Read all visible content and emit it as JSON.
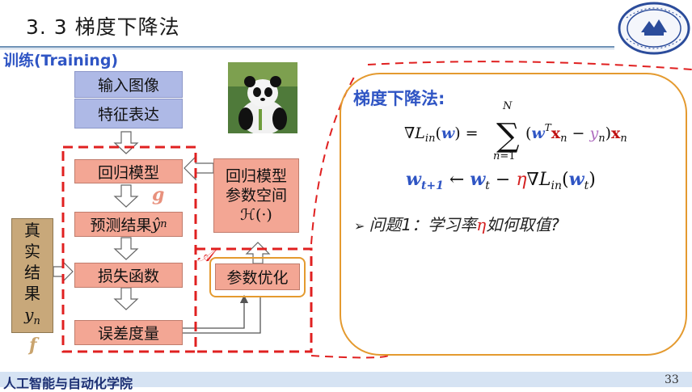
{
  "header": {
    "title": "3. 3  梯度下降法",
    "subtitle": "训练(Training)"
  },
  "flow": {
    "input_image": "输入图像",
    "features": "特征表达",
    "regression_model": "回归模型",
    "g_label": "g",
    "prediction": "预测结果",
    "prediction_symbol": "ŷ",
    "prediction_sub": "n",
    "loss": "损失函数",
    "error": "误差度量",
    "true_result_chars": [
      "真",
      "实",
      "结",
      "果"
    ],
    "true_symbol": "y",
    "true_sub": "n",
    "f_label": "f",
    "param_space_line1": "回归模型",
    "param_space_line2": "参数空间",
    "param_space_symbol": "ℋ(·)",
    "param_opt": "参数优化",
    "a_label": "𝒜"
  },
  "note": {
    "heading": "梯度下降法:",
    "question": "问题1：学习率",
    "question_eta": "η",
    "question_tail": "如何取值?"
  },
  "footer": {
    "institute": "人工智能与自动化学院",
    "page": "33"
  },
  "colors": {
    "accent_blue": "#2f55c4",
    "dashed_red": "#e02020",
    "box_orange": "#e49a2f",
    "eta_red": "#d42020"
  }
}
